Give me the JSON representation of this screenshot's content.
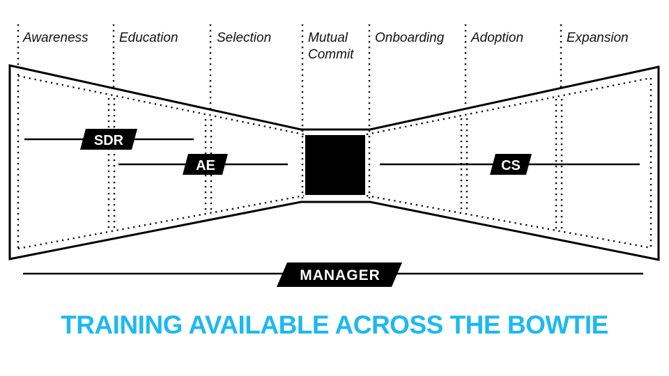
{
  "title": {
    "text": "TRAINING AVAILABLE ACROSS THE BOWTIE",
    "color": "#1CB9F0"
  },
  "funnel": {
    "stages": [
      {
        "label": "Awareness"
      },
      {
        "label": "Education"
      },
      {
        "label": "Selection"
      },
      {
        "label": "Mutual Commit",
        "lines": [
          "Mutual",
          "Commit"
        ]
      },
      {
        "label": "Onboarding"
      },
      {
        "label": "Adoption"
      },
      {
        "label": "Expansion"
      }
    ],
    "roles": [
      {
        "id": "sdr",
        "label": "SDR"
      },
      {
        "id": "ae",
        "label": "AE"
      },
      {
        "id": "cs",
        "label": "CS"
      },
      {
        "id": "manager",
        "label": "MANAGER"
      }
    ],
    "colors": {
      "outline": "#000000",
      "badge_bg": "#000000",
      "badge_text": "#ffffff",
      "center_block": "#000000"
    }
  }
}
